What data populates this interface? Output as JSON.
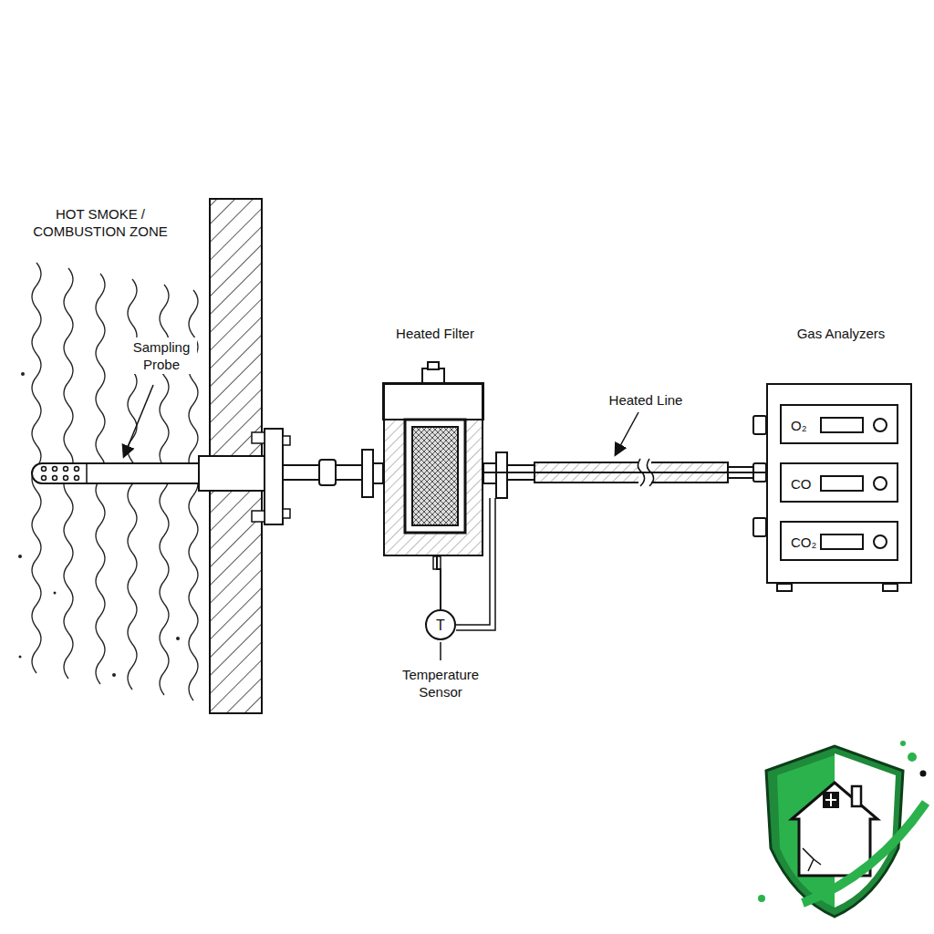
{
  "diagram": {
    "nodes": [
      {
        "text": [
          "Heated Filter"
        ]
      },
      {
        "text": [
          "Gas Analyzers"
        ]
      },
      {
        "text": [
          "O₂"
        ],
        "in": 1
      },
      {
        "text": [
          "CO"
        ],
        "in": 1
      },
      {
        "text": [
          "CO₂"
        ],
        "in": 1
      },
      {
        "text": [
          "T",
          "Temperature Sensor"
        ]
      }
    ],
    "edges": [
      {
        "from": 0,
        "to": 1,
        "arrow": "none"
      },
      {
        "from": 0,
        "to": 5,
        "arrow": "none"
      }
    ],
    "labels": [
      "HOT SMOKE / COMBUSTION ZONE",
      "Sampling Probe",
      "Heated Line"
    ]
  }
}
